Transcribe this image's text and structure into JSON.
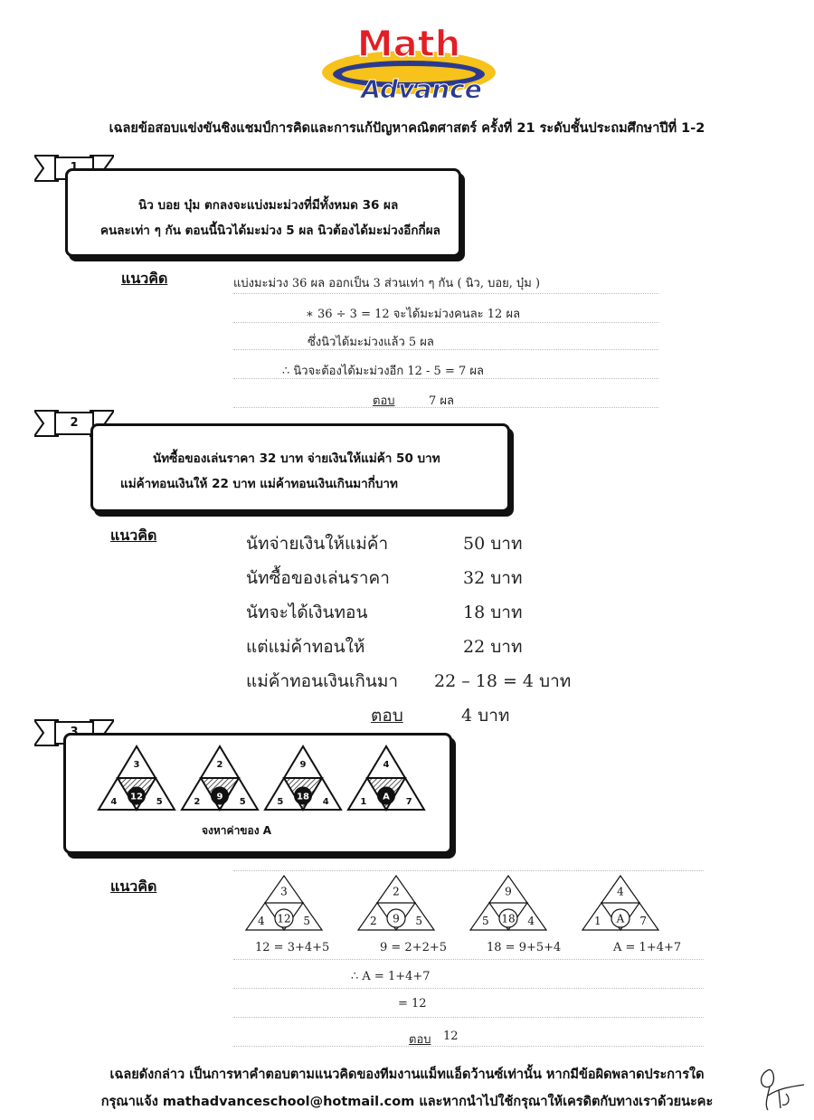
{
  "header": {
    "logo_line1": "Math",
    "logo_line2": "Advance",
    "title": "เฉลยข้อสอบแข่งขันชิงแชมป์การคิดและการแก้ปัญหาคณิตศาสตร์ ครั้งที่ 21  ระดับชั้นประถมศึกษาปีที่ 1-2"
  },
  "method_label": "แนวคิด",
  "questions": [
    {
      "number": "1",
      "lines": [
        "นิว บอย บุ๋ม ตกลงจะแบ่งมะม่วงที่มีทั้งหมด 36 ผล",
        "คนละเท่า ๆ กัน ตอนนี้นิวได้มะม่วง 5 ผล นิวต้องได้มะม่วงอีกกี่ผล"
      ],
      "solution": [
        "แบ่งมะม่วง  36  ผล ออกเป็น 3 ส่วนเท่า ๆ กัน   ( นิว, บอย, บุ๋ม )",
        "∗  36 ÷ 3  =  12     จะได้มะม่วงคนละ 12 ผล",
        "ซึ่งนิวได้มะม่วงแล้ว    5 ผล",
        "∴  นิวจะต้องได้มะม่วงอีก  12 - 5  =  7 ผล"
      ],
      "answer_label": "ตอบ",
      "answer": "7  ผล"
    },
    {
      "number": "2",
      "lines": [
        "นัทซื้อของเล่นราคา 32 บาท จ่ายเงินให้แม่ค้า 50 บาท",
        "แม่ค้าทอนเงินให้ 22 บาท แม่ค้าทอนเงินเกินมากี่บาท"
      ],
      "solution": [
        {
          "text": "นัทจ่ายเงินให้แม่ค้า",
          "value": "50   บาท"
        },
        {
          "text": "นัทซื้อของเล่นราคา",
          "value": "32   บาท"
        },
        {
          "text": "นัทจะได้เงินทอน",
          "value": "18   บาท"
        },
        {
          "text": "แต่แม่ค้าทอนให้",
          "value": "22   บาท"
        },
        {
          "text": "แม่ค้าทอนเงินเกินมา",
          "value": "22 – 18  =  4  บาท"
        }
      ],
      "answer_label": "ตอบ",
      "answer": "4  บาท"
    },
    {
      "number": "3",
      "puzzle": [
        {
          "top": "3",
          "left": "4",
          "right": "5",
          "center": "12"
        },
        {
          "top": "2",
          "left": "2",
          "right": "5",
          "center": "9"
        },
        {
          "top": "9",
          "left": "5",
          "right": "4",
          "center": "18"
        },
        {
          "top": "4",
          "left": "1",
          "right": "7",
          "center": "A"
        }
      ],
      "prompt": "จงหาค่าของ A",
      "equations": [
        "12 = 3+4+5",
        "9 = 2+2+5",
        "18 = 9+5+4",
        "A = 1+4+7"
      ],
      "solution": [
        "∴  A = 1+4+7",
        "= 12"
      ],
      "answer_label": "ตอบ",
      "answer": "12"
    }
  ],
  "footer": {
    "line1": "เฉลยดังกล่าว เป็นการหาคำตอบตามแนวคิดของทีมงานแม็ทแอ็ดว้านซ์เท่านั้น  หากมีข้อผิดพลาดประการใด",
    "line2": "กรุณาแจ้ง mathadvanceschool@hotmail.com และหากนำไปใช้กรุณาให้เครดิตกับทางเราด้วยนะคะ"
  },
  "colors": {
    "logo_red": "#e31e24",
    "logo_yellow": "#f6c21b",
    "logo_blue": "#2b3a8f"
  }
}
